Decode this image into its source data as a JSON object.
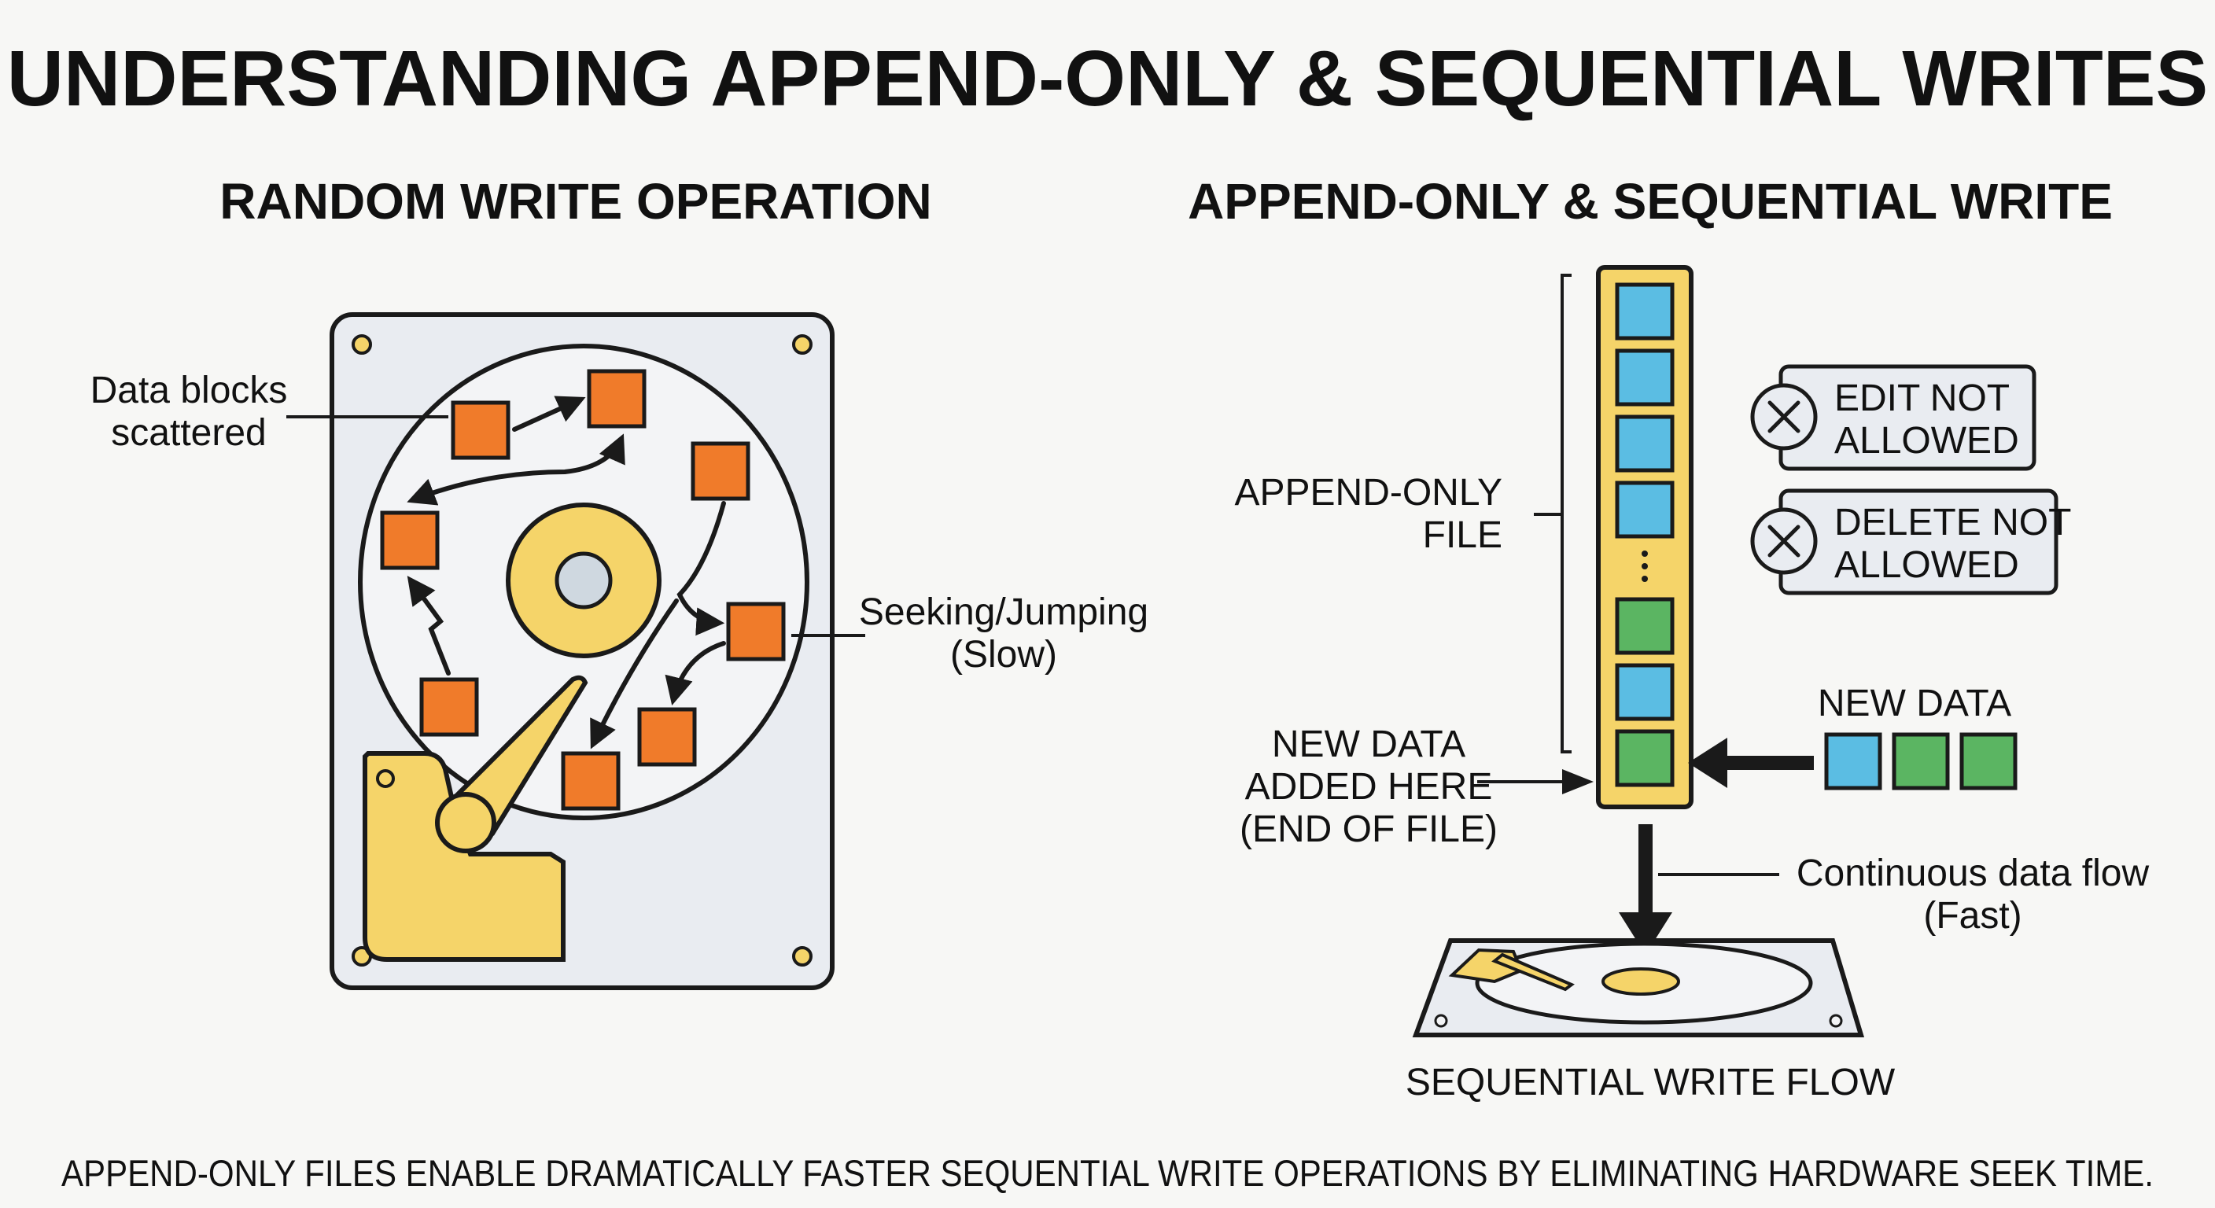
{
  "title": "UNDERSTANDING APPEND-ONLY & SEQUENTIAL WRITES",
  "left": {
    "heading": "RANDOM WRITE OPERATION",
    "label_blocks": [
      "Data blocks",
      "scattered"
    ],
    "label_seek": [
      "Seeking/Jumping",
      "(Slow)"
    ]
  },
  "right": {
    "heading": "APPEND-ONLY & SEQUENTIAL WRITE",
    "label_file": [
      "APPEND-ONLY",
      "FILE"
    ],
    "edit_badge": [
      "EDIT NOT",
      "ALLOWED"
    ],
    "delete_badge": [
      "DELETE NOT",
      "ALLOWED"
    ],
    "new_data": "NEW DATA",
    "added_here": [
      "NEW DATA",
      "ADDED HERE",
      "(END OF FILE)"
    ],
    "flow": [
      "Continuous data flow",
      "(Fast)"
    ],
    "drive_caption": "SEQUENTIAL WRITE FLOW"
  },
  "footer": "APPEND-ONLY FILES ENABLE DRAMATICALLY FASTER SEQUENTIAL WRITE OPERATIONS BY ELIMINATING HARDWARE SEEK TIME.",
  "colors": {
    "orange": "#f07b2a",
    "yellow": "#f5d469",
    "blue": "#5bbde3",
    "green": "#5bb562",
    "panel": "#e9ecf1"
  }
}
